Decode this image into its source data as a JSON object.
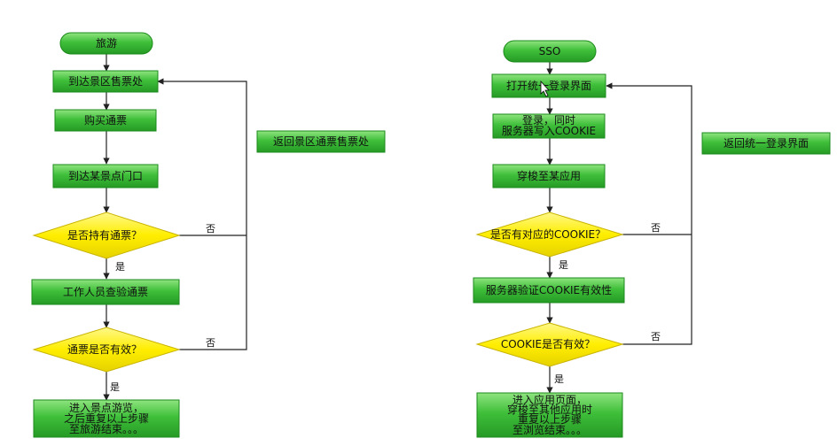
{
  "colors": {
    "green_fill": "#33b533",
    "green_dark": "#1c8a1c",
    "green_light": "#7fdc6f",
    "yellow_fill": "#fff200",
    "yellow_stroke": "#c8b400",
    "line": "#222222"
  },
  "left_flow": {
    "start": "旅游",
    "step1": "到达景区售票处",
    "step2": "购买通票",
    "step3": "到达某景点门口",
    "decision1": "是否持有通票？",
    "step4": "工作人员查验通票",
    "decision2": "通票是否有效？",
    "end": [
      "进入景点游览，",
      "之后重复以上步骤",
      "至旅游结束。。。"
    ],
    "return_box": "返回景区通票售票处",
    "yes": "是",
    "no": "否"
  },
  "right_flow": {
    "start": "SSO",
    "step1": "打开统一登录界面",
    "step2": [
      "登录，同时",
      "服务器写入COOKIE"
    ],
    "step3": "穿梭至某应用",
    "decision1": "是否有对应的COOKIE？",
    "step4": "服务器验证COOKIE有效性",
    "decision2": "COOKIE是否有效？",
    "end": [
      "进入应用页面，",
      "穿梭至其他应用时",
      "重复以上步骤",
      "至浏览结束。。。"
    ],
    "return_box": "返回统一登录界面",
    "yes": "是",
    "no": "否"
  }
}
